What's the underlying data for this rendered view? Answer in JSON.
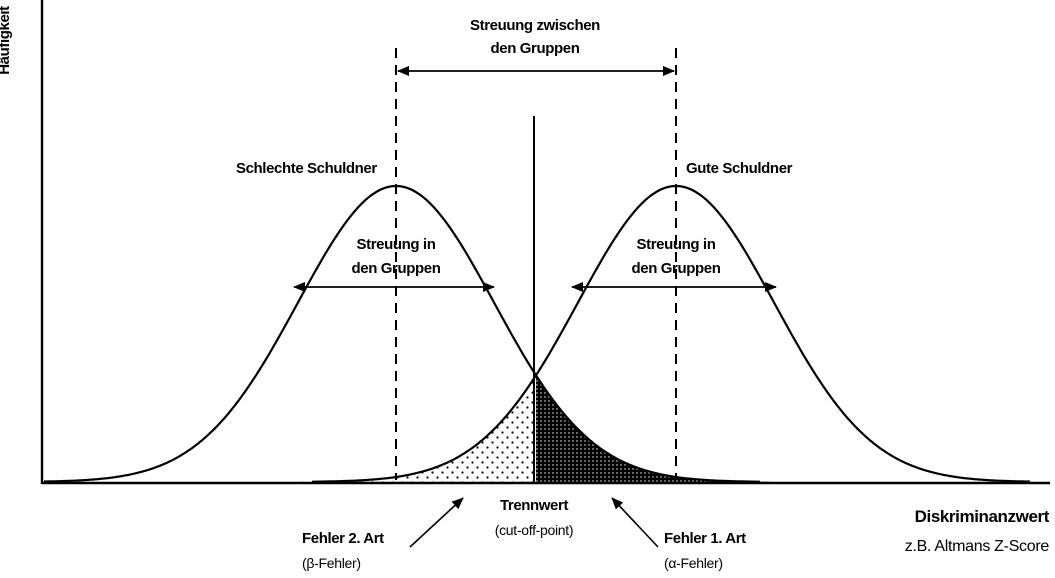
{
  "axes": {
    "y_label": "Häufigkeit",
    "x_label": "Diskriminanzwert",
    "x_sublabel": "z.B. Altmans Z-Score"
  },
  "groups": {
    "bad": "Schlechte Schuldner",
    "good": "Gute Schuldner"
  },
  "between": {
    "line1": "Streuung zwischen",
    "line2": "den Gruppen"
  },
  "within_left": {
    "line1": "Streuung in",
    "line2": "den Gruppen"
  },
  "within_right": {
    "line1": "Streuung in",
    "line2": "den Gruppen"
  },
  "cutoff": {
    "title": "Trennwert",
    "sub": "(cut-off-point)"
  },
  "error2": {
    "title": "Fehler 2. Art",
    "sub": "(β-Fehler)"
  },
  "error1": {
    "title": "Fehler 1. Art",
    "sub": "(α-Fehler)"
  },
  "colors": {
    "ink": "#000000",
    "background": "#ffffff"
  }
}
